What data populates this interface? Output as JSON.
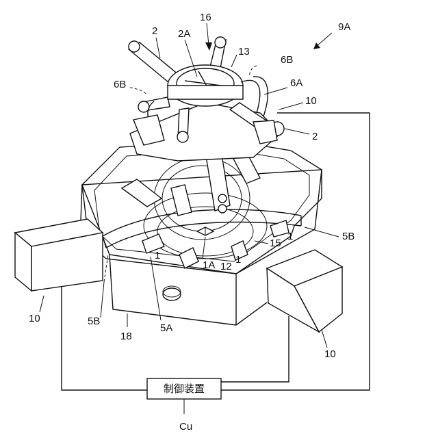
{
  "figure_id": "9A",
  "controller": {
    "name": "制御装置",
    "code": "Cu"
  },
  "labels": {
    "l16": "16",
    "l2_top": "2",
    "l2a": "2A",
    "l13": "13",
    "l6b_top": "6B",
    "l6a": "6A",
    "l6b_left": "6B",
    "l10_top": "10",
    "l2_right": "2",
    "l1_left": "1",
    "l1_mid": "1",
    "l1_right": "1",
    "l5b_right": "5B",
    "l15": "15",
    "l1a": "1A",
    "l12": "12",
    "l10_left": "10",
    "l5b_left": "5B",
    "l18": "18",
    "l5a": "5A",
    "l10_bottom": "10"
  }
}
